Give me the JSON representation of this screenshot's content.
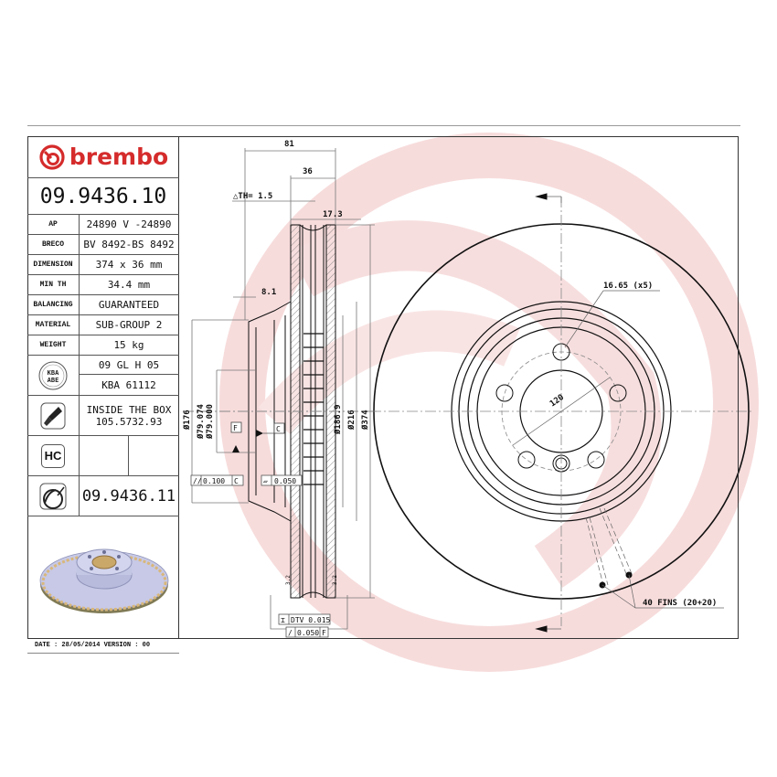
{
  "header": {
    "brand": "brembo",
    "part_number": "09.9436.10"
  },
  "specs": [
    {
      "label": "AP",
      "value": "24890 V -24890"
    },
    {
      "label": "BRECO",
      "value": "BV 8492-BS 8492"
    },
    {
      "label": "DIMENSION",
      "value": "374 x 36 mm"
    },
    {
      "label": "MIN TH",
      "value": "34.4 mm"
    },
    {
      "label": "BALANCING",
      "value": "GUARANTEED"
    },
    {
      "label": "MATERIAL",
      "value": "SUB-GROUP 2"
    },
    {
      "label": "WEIGHT",
      "value": "15 kg"
    }
  ],
  "approval": {
    "icon_text_1": "KBA",
    "icon_text_2": "ABE",
    "line1": "09 GL H 05",
    "line2": "KBA 61112"
  },
  "hardware": {
    "line1": "INSIDE THE BOX",
    "line2": "105.5732.93"
  },
  "hc_badge": "HC",
  "alt_part_number": "09.9436.11",
  "footer": {
    "date_version": "DATE : 28/05/2014 VERSION : 00"
  },
  "drawing": {
    "dim_overall_width": "81",
    "dim_thickness": "36",
    "delta_th": "△TH= 1.5",
    "dim_17_3": "17.3",
    "dim_8_1": "8.1",
    "dia_176": "Ø176",
    "dia_79_074": "Ø79.074",
    "dia_79_000": "Ø79.000",
    "dia_186_9": "Ø186.9",
    "dia_216": "Ø216",
    "dia_374": "Ø374",
    "datum_f": "F",
    "datum_c": "C",
    "tol_parallel": "0.100",
    "tol_parallel_ref": "C",
    "tol_flatness": "0.050",
    "tol_dtv": "DTV 0.015",
    "tol_runout": "0.050",
    "tol_runout_ref": "F",
    "roughness_left": "3.2",
    "roughness_right": "3.2",
    "bolt_hole": "16.65 (x5)",
    "pcd": "120",
    "fins": "40 FINS (20+20)"
  },
  "colors": {
    "brand_red": "#d52b2b",
    "watermark": "#f6dada",
    "line": "#111111"
  }
}
